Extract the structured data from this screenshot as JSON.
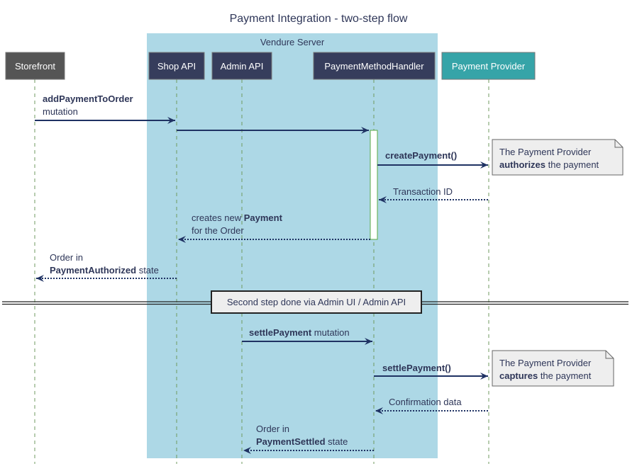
{
  "title": "Payment Integration - two-step flow",
  "group": {
    "label": "Vendure Server",
    "color": "#add8e6"
  },
  "participants": [
    {
      "label": "Storefront",
      "color": "#555555"
    },
    {
      "label": "Shop API",
      "color": "#363d5c"
    },
    {
      "label": "Admin API",
      "color": "#363d5c"
    },
    {
      "label": "PaymentMethodHandler",
      "color": "#363d5c"
    },
    {
      "label": "Payment Provider",
      "color": "#36a4a8"
    }
  ],
  "messages": [
    {
      "from": "Storefront",
      "to": "Shop API",
      "bold": "addPaymentToOrder",
      "line2": "mutation",
      "type": "call"
    },
    {
      "from": "Shop API",
      "to": "PaymentMethodHandler",
      "type": "call"
    },
    {
      "from": "PaymentMethodHandler",
      "to": "Payment Provider",
      "bold": "createPayment()",
      "type": "call"
    },
    {
      "from": "Payment Provider",
      "to": "PaymentMethodHandler",
      "text": "Transaction ID",
      "type": "return"
    },
    {
      "from": "PaymentMethodHandler",
      "to": "Shop API",
      "pre": "creates new ",
      "bold": "Payment",
      "line2": "for the Order",
      "type": "return"
    },
    {
      "from": "Shop API",
      "to": "Storefront",
      "line1": "Order in",
      "bold": "PaymentAuthorized",
      "post": " state",
      "type": "return"
    },
    {
      "from": "Admin API",
      "to": "PaymentMethodHandler",
      "bold": "settlePayment",
      "post": " mutation",
      "type": "call"
    },
    {
      "from": "PaymentMethodHandler",
      "to": "Payment Provider",
      "bold": "settlePayment()",
      "type": "call"
    },
    {
      "from": "Payment Provider",
      "to": "PaymentMethodHandler",
      "text": "Confirmation data",
      "type": "return"
    },
    {
      "from": "PaymentMethodHandler",
      "to": "Admin API",
      "line1": "Order in",
      "bold": "PaymentSettled",
      "post": " state",
      "type": "return"
    }
  ],
  "notes": [
    {
      "line1": "The Payment Provider",
      "bold": "authorizes",
      "post": " the payment"
    },
    {
      "line1": "The Payment Provider",
      "bold": "captures",
      "post": " the payment"
    }
  ],
  "divider": {
    "label": "Second step done via Admin UI / Admin API"
  }
}
